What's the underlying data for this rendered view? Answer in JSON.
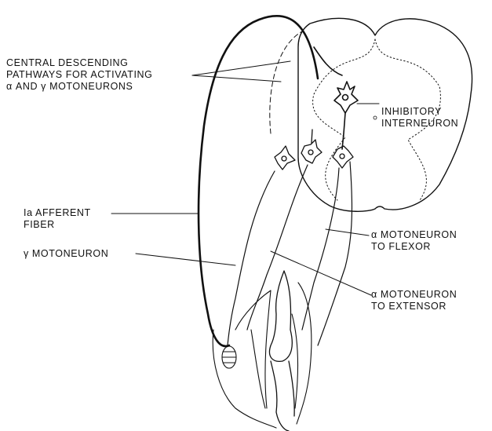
{
  "labels": {
    "central_pathways": [
      "CENTRAL DESCENDING",
      "PATHWAYS FOR ACTIVATING",
      "α AND γ MOTONEURONS"
    ],
    "inhibitory_interneuron": [
      "INHIBITORY",
      "INTERNEURON"
    ],
    "ia_afferent": [
      "Ia AFFERENT",
      "FIBER"
    ],
    "gamma_motoneuron": [
      "γ MOTONEURON"
    ],
    "alpha_flexor": [
      "α  MOTONEURON",
      "TO FLEXOR"
    ],
    "alpha_extensor": [
      "α  MOTONEURON",
      "TO EXTENSOR"
    ]
  }
}
